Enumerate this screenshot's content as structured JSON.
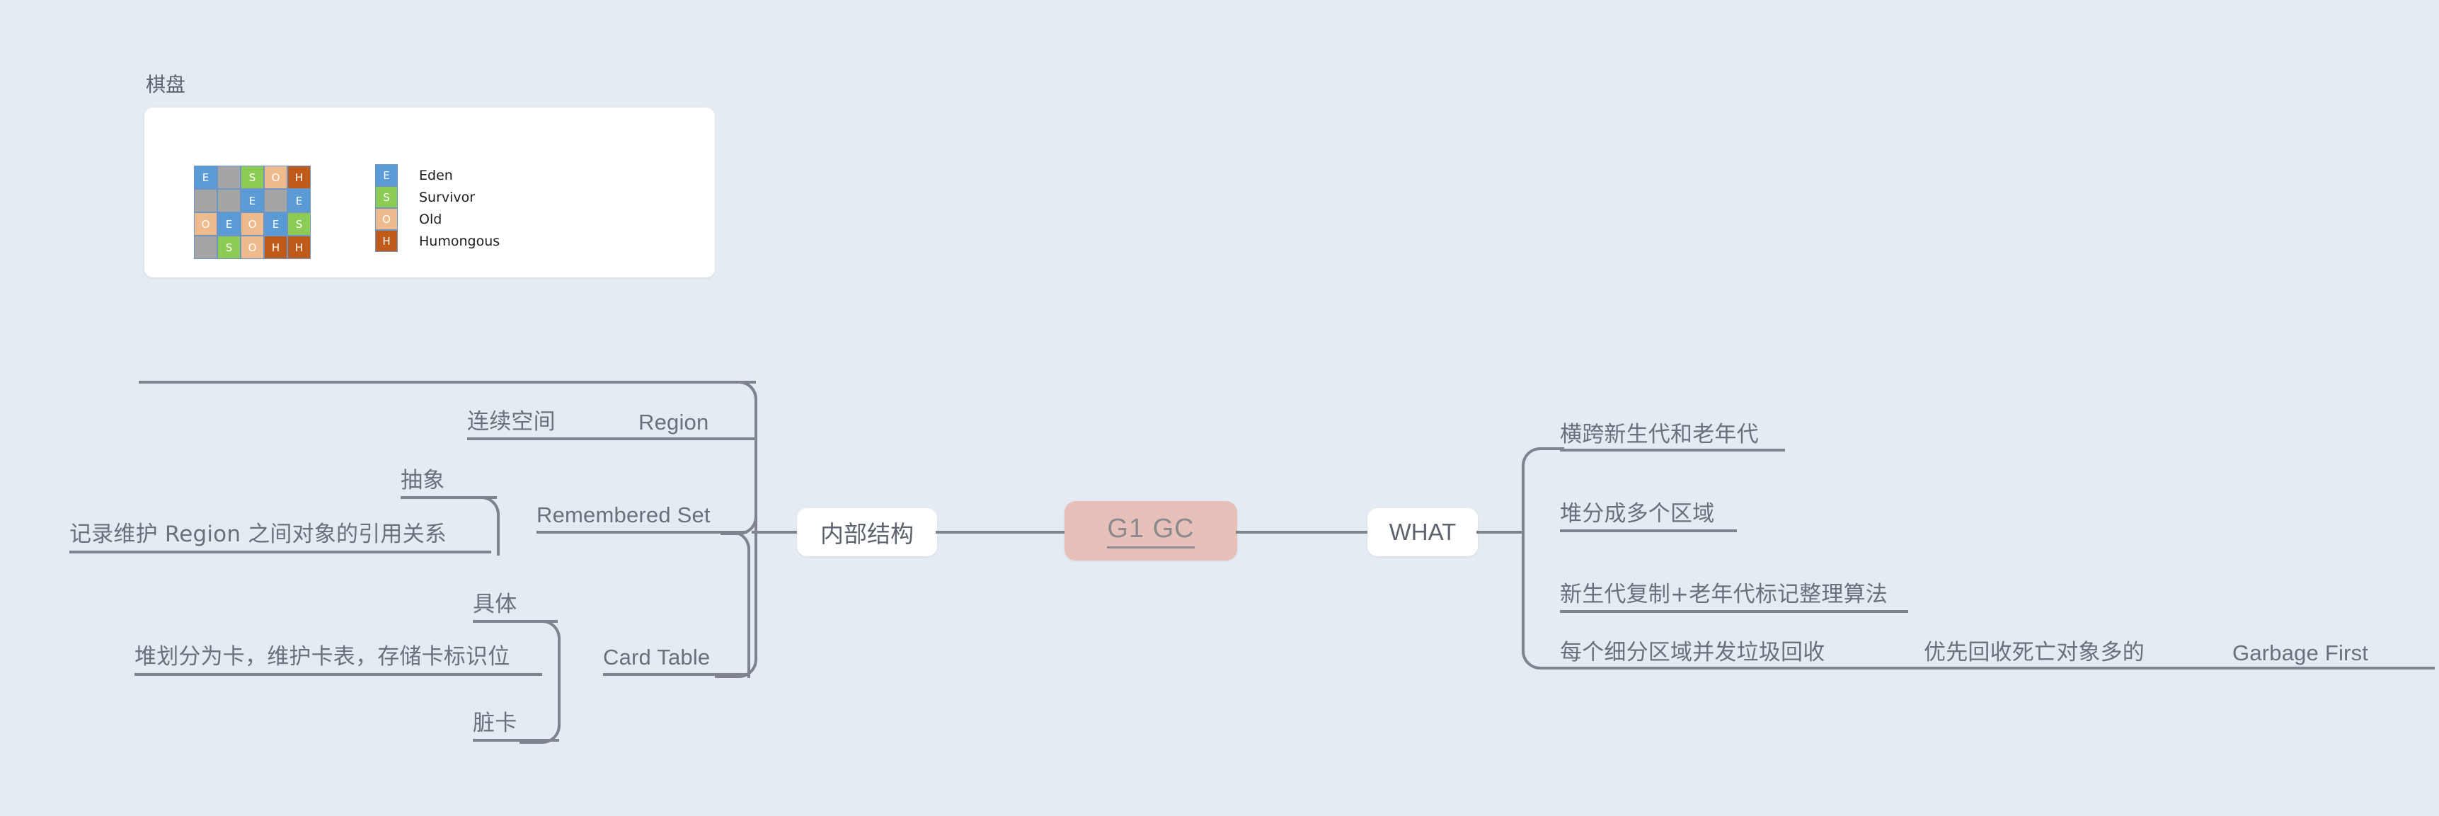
{
  "canvas": {
    "background": "#e4ebf2",
    "connector_color": "#7e838f"
  },
  "root": {
    "label": "G1 GC",
    "fill": "#e6c0b9",
    "text_color": "#8c8a8e"
  },
  "branches": {
    "left": {
      "label": "内部结构",
      "children": [
        {
          "label": "Region",
          "annotations": [
            "连续空间"
          ],
          "illustration": {
            "title": "棋盘",
            "grid": {
              "rows": 4,
              "cols": 5,
              "cells": [
                [
                  "E",
                  "X",
                  "S",
                  "O",
                  "H"
                ],
                [
                  "X",
                  "X",
                  "E",
                  "X",
                  "E"
                ],
                [
                  "O",
                  "E",
                  "O",
                  "E",
                  "S"
                ],
                [
                  "X",
                  "S",
                  "O",
                  "H",
                  "H"
                ]
              ]
            },
            "legend": [
              {
                "key": "E",
                "label": "Eden",
                "color": "#5b9bd5"
              },
              {
                "key": "S",
                "label": "Survivor",
                "color": "#8ccc55"
              },
              {
                "key": "O",
                "label": "Old",
                "color": "#f0bb8c"
              },
              {
                "key": "H",
                "label": "Humongous",
                "color": "#bf5a18"
              }
            ]
          }
        },
        {
          "label": "Remembered Set",
          "annotations": [
            "抽象",
            "记录维护 Region 之间对象的引用关系"
          ]
        },
        {
          "label": "Card Table",
          "annotations": [
            "具体",
            "堆划分为卡，维护卡表，存储卡标识位",
            "脏卡"
          ]
        }
      ]
    },
    "right": {
      "label": "WHAT",
      "children": [
        {
          "label": "横跨新生代和老年代"
        },
        {
          "label": "堆分成多个区域"
        },
        {
          "label": "新生代复制+老年代标记整理算法"
        },
        {
          "label": "每个细分区域并发垃圾回收",
          "chain": [
            "优先回收死亡对象多的",
            "Garbage First"
          ]
        }
      ]
    }
  }
}
